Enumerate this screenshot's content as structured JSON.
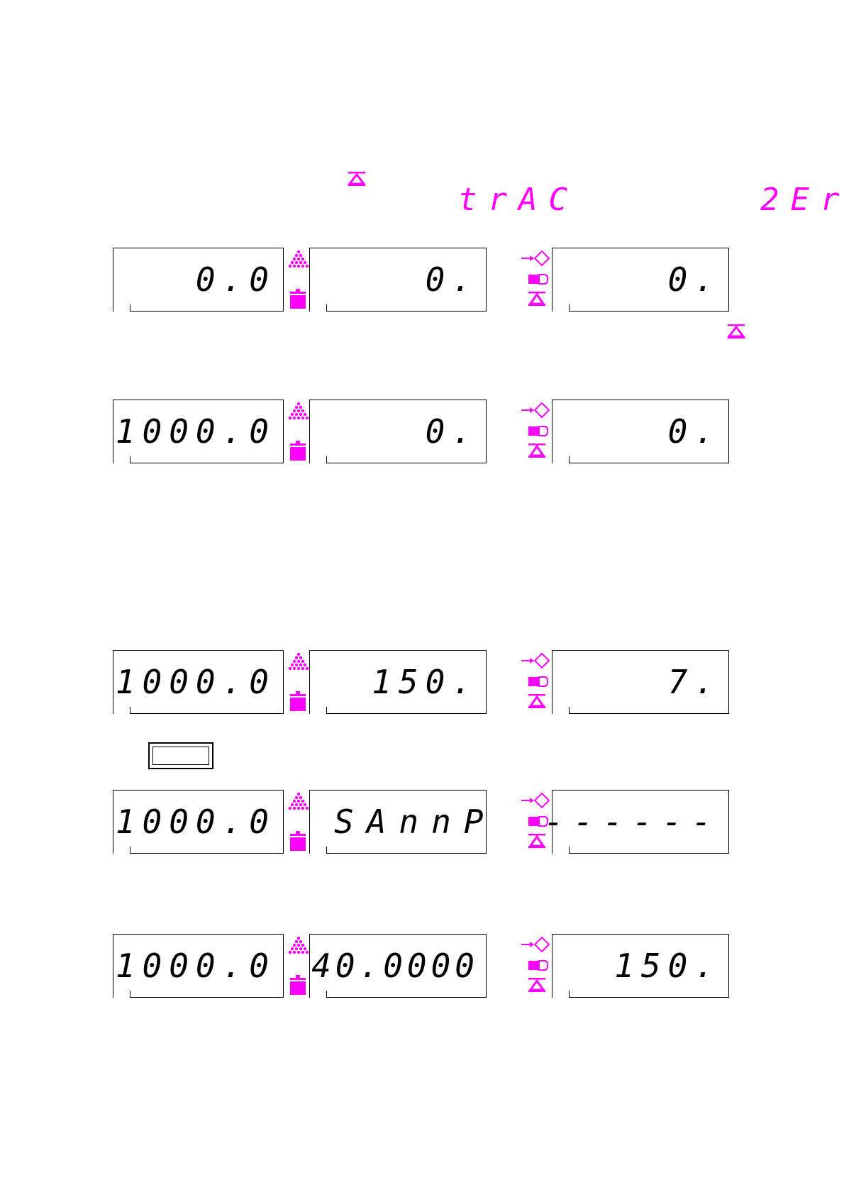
{
  "header": {
    "track_code": "trAC",
    "zero_code": "2Er"
  },
  "colors": {
    "indicator": "#ff00ff",
    "lcd_border": "#000000",
    "lcd_text": "#000000"
  },
  "icons": {
    "stable": "stable-triangle-icon",
    "pile": "piece-pile-icon",
    "weight": "weight-icon",
    "reference": "reference-arrow-diamond-icon",
    "tare": "tare-container-icon"
  },
  "rows": [
    {
      "weight": "0.0",
      "unit_weight": "0.",
      "count": "0."
    },
    {
      "weight": "1000.0",
      "unit_weight": "0.",
      "count": "0."
    },
    {
      "weight": "1000.0",
      "unit_weight": "150.",
      "count": "7."
    },
    {
      "weight": "1000.0",
      "unit_weight": "SAnnP",
      "count": "------"
    },
    {
      "weight": "1000.0",
      "unit_weight": "40.0000",
      "count": "150."
    }
  ]
}
